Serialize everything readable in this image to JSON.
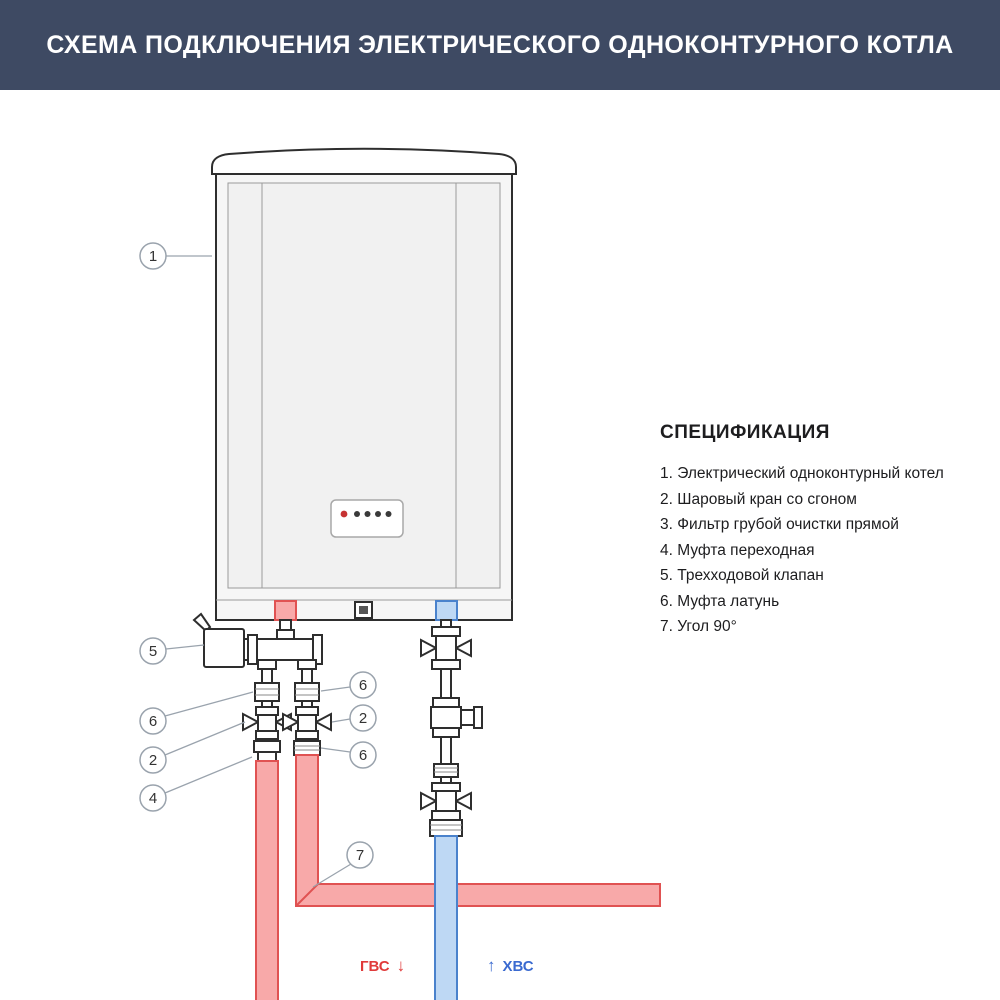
{
  "header": {
    "title": "СХЕМА ПОДКЛЮЧЕНИЯ ЭЛЕКТРИЧЕСКОГО ОДНОКОНТУРНОГО КОТЛА"
  },
  "spec": {
    "title": "СПЕЦИФИКАЦИЯ",
    "items": [
      {
        "num": "1.",
        "label": "Электрический одноконтурный котел"
      },
      {
        "num": "2.",
        "label": "Шаровый кран со сгоном"
      },
      {
        "num": "3.",
        "label": "Фильтр грубой очистки прямой"
      },
      {
        "num": "4.",
        "label": "Муфта переходная"
      },
      {
        "num": "5.",
        "label": "Трехходовой клапан"
      },
      {
        "num": "6.",
        "label": "Муфта латунь"
      },
      {
        "num": "7.",
        "label": "Угол 90°"
      }
    ]
  },
  "callouts": [
    "1",
    "5",
    "6",
    "2",
    "4",
    "6",
    "2",
    "6",
    "7"
  ],
  "flow": {
    "hot_label": "ГВС",
    "hot_arrow": "↓",
    "cold_label": "ХВС",
    "cold_arrow": "↑"
  },
  "colors": {
    "header-bg": "#3e4a63",
    "hot": "#e05252",
    "hot-fill": "#f8a9a9",
    "cold": "#4a82cc",
    "cold-fill": "#bed8f4",
    "hot-text": "#e03b3b",
    "cold-text": "#3a6ad0",
    "line": "#2e2e2e",
    "line-soft": "#9b9b9b",
    "callout": "#9aa3ad",
    "text": "#1d1d1f"
  }
}
